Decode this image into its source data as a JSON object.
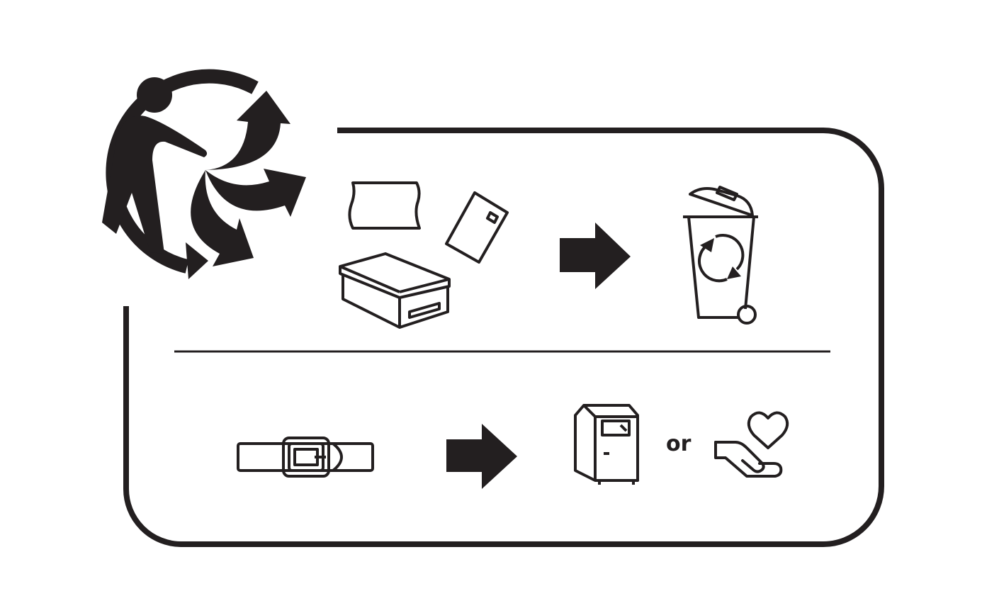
{
  "colors": {
    "ink": "#231f20",
    "background": "#ffffff"
  },
  "icons": {
    "triman": "triman-logo-icon",
    "cardboard_sleeve": "cardboard-sleeve-icon",
    "envelope_card": "card-icon",
    "shoebox": "shoebox-icon",
    "arrow": "arrow-right-icon",
    "recycling_bin": "recycling-bin-icon",
    "belt": "belt-icon",
    "collection_point": "textile-collection-container-icon",
    "donation": "donation-heart-hand-icon"
  },
  "rows": [
    {
      "items": [
        "cardboard-sleeve",
        "card",
        "shoebox"
      ],
      "destination": "recycling-bin"
    },
    {
      "items": [
        "belt"
      ],
      "destinations": [
        "collection-container",
        "donation"
      ],
      "separator_text": "or"
    }
  ]
}
